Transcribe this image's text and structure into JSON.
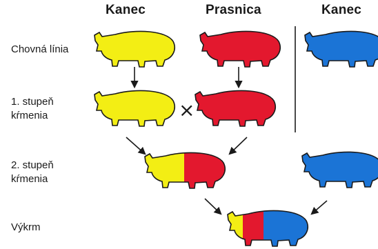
{
  "headers": {
    "boar_left": "Kanec",
    "sow": "Prasnica",
    "boar_right": "Kanec"
  },
  "rows": {
    "breeding_line": "Chovná línia",
    "stage1_line1": "1. stupeň",
    "stage1_line2": "kŕmenia",
    "stage2_line1": "2. stupeň",
    "stage2_line2": "kŕmenia",
    "fattening": "Výkrm"
  },
  "cross_symbol": "×",
  "colors": {
    "yellow": "#f3ee14",
    "red": "#e3182e",
    "blue": "#1b74d6",
    "outline": "#1a1a1a"
  }
}
